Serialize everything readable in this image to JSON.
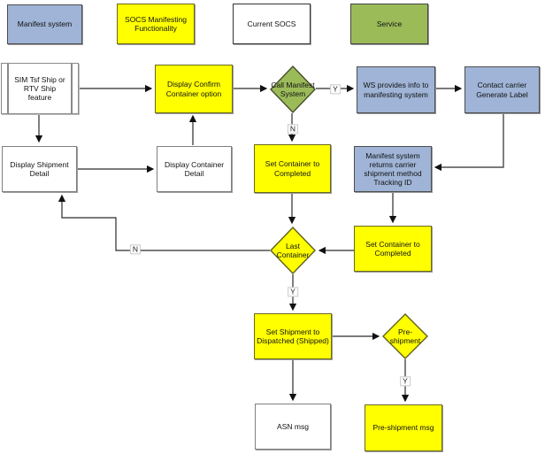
{
  "diagram": {
    "type": "flowchart",
    "colors": {
      "manifest_system_blue": "#9FB4D6",
      "socs_yellow": "#FFFF00",
      "current_socs_white": "#FFFFFF",
      "service_green": "#9BBB59"
    },
    "legend": [
      {
        "label": "Manifest system",
        "color": "#9FB4D6"
      },
      {
        "label": "SOCS Manifesting Functionality",
        "color": "#FFFF00"
      },
      {
        "label": "Current SOCS",
        "color": "#FFFFFF"
      },
      {
        "label": "Service",
        "color": "#9BBB59"
      }
    ],
    "nodes": {
      "sim_feature": {
        "label": "SIM Tsf Ship or RTV Ship feature",
        "shape": "predefined-process",
        "category": "current-socs"
      },
      "display_confirm": {
        "label": "Display Confirm Container option",
        "shape": "process",
        "category": "socs-manifesting"
      },
      "call_manifest": {
        "label": "Call Manifest System",
        "shape": "decision",
        "category": "service"
      },
      "ws_provides": {
        "label": "WS provides info to manifesting system",
        "shape": "process",
        "category": "manifest-system"
      },
      "contact_carrier": {
        "label": "Contact carrier Generate Label",
        "shape": "process",
        "category": "manifest-system"
      },
      "display_shipment": {
        "label": "Display Shipment Detail",
        "shape": "process",
        "category": "current-socs"
      },
      "display_container": {
        "label": "Display Container Detail",
        "shape": "process",
        "category": "current-socs"
      },
      "set_container_1": {
        "label": "Set Container to Completed",
        "shape": "process",
        "category": "socs-manifesting"
      },
      "manifest_returns": {
        "label": "Manifest system returns carrier shipment method Tracking ID",
        "shape": "process",
        "category": "manifest-system"
      },
      "last_container": {
        "label": "Last Container",
        "shape": "decision",
        "category": "socs-manifesting"
      },
      "set_container_2": {
        "label": "Set Container to Completed",
        "shape": "process",
        "category": "socs-manifesting"
      },
      "set_shipment": {
        "label": "Set Shipment to Dispatched (Shipped)",
        "shape": "process",
        "category": "socs-manifesting"
      },
      "pre_shipment": {
        "label": "Pre-shipment",
        "shape": "decision",
        "category": "socs-manifesting"
      },
      "asn_msg": {
        "label": "ASN msg",
        "shape": "process",
        "category": "current-socs"
      },
      "pre_shipment_msg": {
        "label": "Pre-shipment msg",
        "shape": "process",
        "category": "socs-manifesting"
      }
    },
    "edge_labels": {
      "call_manifest_yes": "Y",
      "call_manifest_no": "N",
      "last_container_no": "N",
      "last_container_yes": "Y",
      "pre_shipment_yes": "Y"
    },
    "edges": [
      {
        "from": "sim_feature",
        "to": "display_confirm"
      },
      {
        "from": "sim_feature",
        "to": "display_shipment"
      },
      {
        "from": "display_shipment",
        "to": "display_container"
      },
      {
        "from": "display_container",
        "to": "display_confirm"
      },
      {
        "from": "display_confirm",
        "to": "call_manifest"
      },
      {
        "from": "call_manifest",
        "to": "ws_provides",
        "label": "Y"
      },
      {
        "from": "call_manifest",
        "to": "set_container_1",
        "label": "N"
      },
      {
        "from": "ws_provides",
        "to": "contact_carrier"
      },
      {
        "from": "contact_carrier",
        "to": "manifest_returns"
      },
      {
        "from": "manifest_returns",
        "to": "set_container_2"
      },
      {
        "from": "set_container_2",
        "to": "last_container"
      },
      {
        "from": "set_container_1",
        "to": "last_container"
      },
      {
        "from": "last_container",
        "to": "display_shipment",
        "label": "N"
      },
      {
        "from": "last_container",
        "to": "set_shipment",
        "label": "Y"
      },
      {
        "from": "set_shipment",
        "to": "asn_msg"
      },
      {
        "from": "set_shipment",
        "to": "pre_shipment"
      },
      {
        "from": "pre_shipment",
        "to": "pre_shipment_msg",
        "label": "Y"
      }
    ]
  }
}
